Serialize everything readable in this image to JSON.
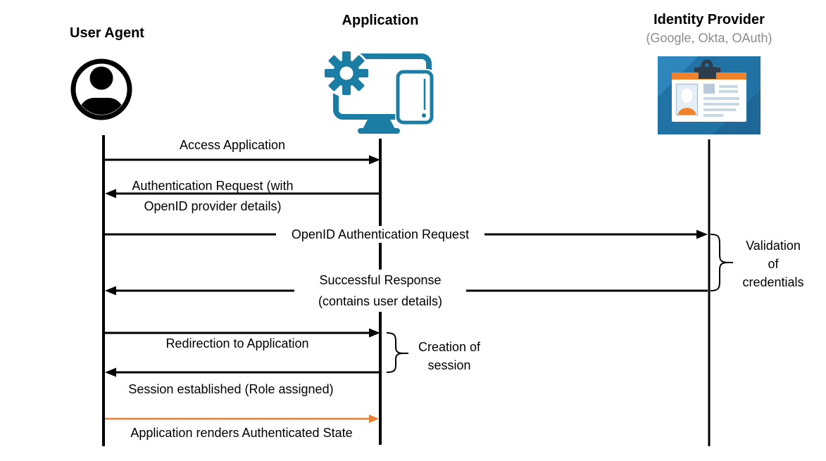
{
  "colors": {
    "black": "#000000",
    "orange_arrow": "#ED7D31",
    "teal_icon": "#1C7DA4",
    "idp_bg_light": "#2E86BD",
    "idp_bg_dark": "#2173A6",
    "idp_bg_darker": "#1D6898",
    "idp_orange": "#F0822C",
    "idp_clip": "#2E3D4B",
    "idp_line": "#C9D9E4",
    "idp_square": "#B7C9DB",
    "idp_photo_bg": "#E4EEF5",
    "subtitle_gray": "#8C8C8C"
  },
  "actors": [
    {
      "id": "user-agent",
      "title": "User Agent",
      "subtitle": "",
      "icon": "user-icon"
    },
    {
      "id": "application",
      "title": "Application",
      "subtitle": "",
      "icon": "application-devices-icon"
    },
    {
      "id": "identity-provider",
      "title": "Identity Provider",
      "subtitle": "(Google, Okta, OAuth)",
      "icon": "id-card-icon"
    }
  ],
  "messages": [
    {
      "label": "Access Application",
      "from": "User Agent",
      "to": "Application",
      "direction": "right",
      "color": "#000000"
    },
    {
      "label": "Authentication Request (with OpenID provider details)",
      "lines": [
        "Authentication Request (with",
        "OpenID provider details)"
      ],
      "from": "Application",
      "to": "User Agent",
      "direction": "left",
      "color": "#000000"
    },
    {
      "label": "OpenID Authentication Request",
      "from": "User Agent",
      "to": "Identity Provider",
      "direction": "right",
      "color": "#000000"
    },
    {
      "label": "Successful Response (contains user details)",
      "lines": [
        "Successful Response",
        "(contains user details)"
      ],
      "from": "Identity Provider",
      "to": "User Agent",
      "direction": "left",
      "color": "#000000"
    },
    {
      "label": "Redirection to Application",
      "from": "User Agent",
      "to": "Application",
      "direction": "right",
      "color": "#000000"
    },
    {
      "label": "Session established (Role assigned)",
      "from": "Application",
      "to": "User Agent",
      "direction": "left",
      "color": "#000000"
    },
    {
      "label": "Application renders Authenticated State",
      "from": "User Agent",
      "to": "Application",
      "direction": "right",
      "color": "#ED7D31"
    }
  ],
  "annotations": [
    {
      "label": "Validation of credentials",
      "lines": [
        "Validation",
        "of",
        "credentials"
      ],
      "attached_to": "Identity Provider lifeline"
    },
    {
      "label": "Creation of session",
      "lines": [
        "Creation of",
        "session"
      ],
      "attached_to": "Application lifeline"
    }
  ]
}
